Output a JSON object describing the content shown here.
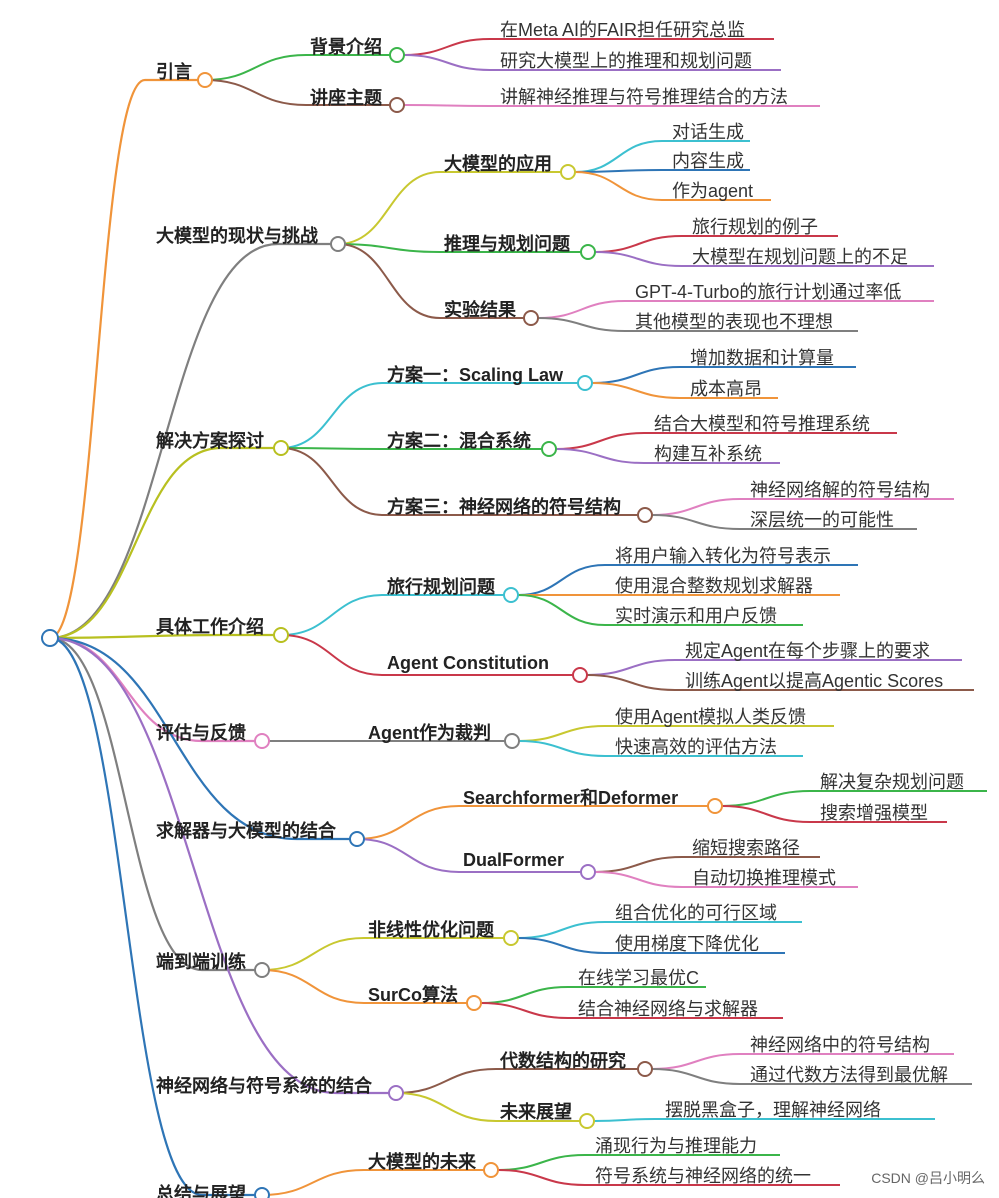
{
  "watermark": "CSDN @吕小明么",
  "root": {
    "color": "#2e75b6"
  },
  "branches": [
    {
      "label": "引言",
      "color": "#f0943a",
      "children": [
        {
          "label": "背景介绍",
          "color": "#3bb54a",
          "children": [
            {
              "label": "在Meta AI的FAIR担任研究总监",
              "color": "#c9384a"
            },
            {
              "label": "研究大模型上的推理和规划问题",
              "color": "#9b6fc4"
            }
          ]
        },
        {
          "label": "讲座主题",
          "color": "#8c5a4a",
          "children": [
            {
              "label": "讲解神经推理与符号推理结合的方法",
              "color": "#e080c0"
            }
          ]
        }
      ]
    },
    {
      "label": "大模型的现状与挑战",
      "color": "#7f7f7f",
      "children": [
        {
          "label": "大模型的应用",
          "color": "#c8c830",
          "children": [
            {
              "label": "对话生成",
              "color": "#3cc0d0"
            },
            {
              "label": "内容生成",
              "color": "#2e75b6"
            },
            {
              "label": "作为agent",
              "color": "#f0943a"
            }
          ]
        },
        {
          "label": "推理与规划问题",
          "color": "#3bb54a",
          "children": [
            {
              "label": "旅行规划的例子",
              "color": "#c9384a"
            },
            {
              "label": "大模型在规划问题上的不足",
              "color": "#9b6fc4"
            }
          ]
        },
        {
          "label": "实验结果",
          "color": "#8c5a4a",
          "children": [
            {
              "label": "GPT-4-Turbo的旅行计划通过率低",
              "color": "#e080c0"
            },
            {
              "label": "其他模型的表现也不理想",
              "color": "#7f7f7f"
            }
          ]
        }
      ]
    },
    {
      "label": "解决方案探讨",
      "color": "#b8c020",
      "children": [
        {
          "label": "方案一：Scaling Law",
          "color": "#3cc0d0",
          "children": [
            {
              "label": "增加数据和计算量",
              "color": "#2e75b6"
            },
            {
              "label": "成本高昂",
              "color": "#f0943a"
            }
          ]
        },
        {
          "label": "方案二：混合系统",
          "color": "#3bb54a",
          "children": [
            {
              "label": "结合大模型和符号推理系统",
              "color": "#c9384a"
            },
            {
              "label": "构建互补系统",
              "color": "#9b6fc4"
            }
          ]
        },
        {
          "label": "方案三：神经网络的符号结构",
          "color": "#8c5a4a",
          "children": [
            {
              "label": "神经网络解的符号结构",
              "color": "#e080c0"
            },
            {
              "label": "深层统一的可能性",
              "color": "#7f7f7f"
            }
          ]
        }
      ]
    },
    {
      "label": "具体工作介绍",
      "color": "#b8c020",
      "children": [
        {
          "label": "旅行规划问题",
          "color": "#3cc0d0",
          "children": [
            {
              "label": "将用户输入转化为符号表示",
              "color": "#2e75b6"
            },
            {
              "label": "使用混合整数规划求解器",
              "color": "#f0943a"
            },
            {
              "label": "实时演示和用户反馈",
              "color": "#3bb54a"
            }
          ]
        },
        {
          "label": "Agent Constitution",
          "color": "#c9384a",
          "children": [
            {
              "label": "规定Agent在每个步骤上的要求",
              "color": "#9b6fc4"
            },
            {
              "label": "训练Agent以提高Agentic Scores",
              "color": "#8c5a4a"
            }
          ]
        }
      ]
    },
    {
      "label": "评估与反馈",
      "color": "#e080c0",
      "children": [
        {
          "label": "Agent作为裁判",
          "color": "#7f7f7f",
          "children": [
            {
              "label": "使用Agent模拟人类反馈",
              "color": "#c8c830"
            },
            {
              "label": "快速高效的评估方法",
              "color": "#3cc0d0"
            }
          ]
        }
      ]
    },
    {
      "label": "求解器与大模型的结合",
      "color": "#2e75b6",
      "children": [
        {
          "label": "Searchformer和Deformer",
          "color": "#f0943a",
          "children": [
            {
              "label": "解决复杂规划问题",
              "color": "#3bb54a"
            },
            {
              "label": "搜索增强模型",
              "color": "#c9384a"
            }
          ]
        },
        {
          "label": "DualFormer",
          "color": "#9b6fc4",
          "children": [
            {
              "label": "缩短搜索路径",
              "color": "#8c5a4a"
            },
            {
              "label": "自动切换推理模式",
              "color": "#e080c0"
            }
          ]
        }
      ]
    },
    {
      "label": "端到端训练",
      "color": "#7f7f7f",
      "children": [
        {
          "label": "非线性优化问题",
          "color": "#c8c830",
          "children": [
            {
              "label": "组合优化的可行区域",
              "color": "#3cc0d0"
            },
            {
              "label": "使用梯度下降优化",
              "color": "#2e75b6"
            }
          ]
        },
        {
          "label": "SurCo算法",
          "color": "#f0943a",
          "children": [
            {
              "label": "在线学习最优C",
              "color": "#3bb54a"
            },
            {
              "label": "结合神经网络与求解器",
              "color": "#c9384a"
            }
          ]
        }
      ]
    },
    {
      "label": "神经网络与符号系统的结合",
      "color": "#9b6fc4",
      "children": [
        {
          "label": "代数结构的研究",
          "color": "#8c5a4a",
          "children": [
            {
              "label": "神经网络中的符号结构",
              "color": "#e080c0"
            },
            {
              "label": "通过代数方法得到最优解",
              "color": "#7f7f7f"
            }
          ]
        },
        {
          "label": "未来展望",
          "color": "#c8c830",
          "children": [
            {
              "label": "摆脱黑盒子，理解神经网络",
              "color": "#3cc0d0"
            }
          ]
        }
      ]
    },
    {
      "label": "总结与展望",
      "color": "#2e75b6",
      "children": [
        {
          "label": "大模型的未来",
          "color": "#f0943a",
          "children": [
            {
              "label": "涌现行为与推理能力",
              "color": "#3bb54a"
            },
            {
              "label": "符号系统与神经网络的统一",
              "color": "#c9384a"
            }
          ]
        }
      ]
    }
  ]
}
